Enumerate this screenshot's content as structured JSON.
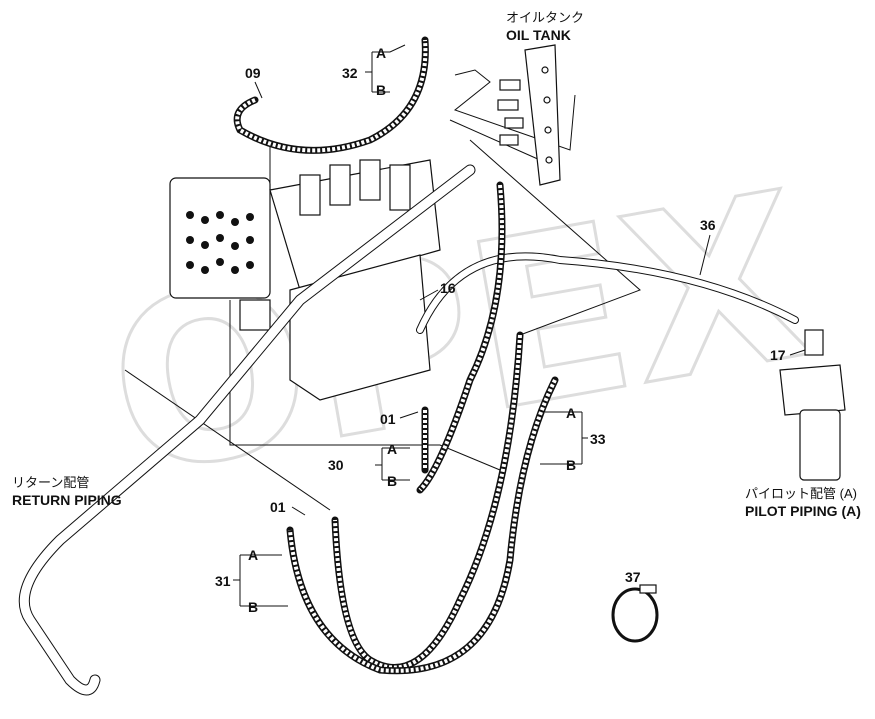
{
  "watermark": "OPEX",
  "labels": {
    "oil_tank_jp": "オイルタンク",
    "oil_tank_en": "OIL TANK",
    "return_jp": "リターン配管",
    "return_en": "RETURN PIPING",
    "pilot_jp": "パイロット配管 (A)",
    "pilot_en": "PILOT PIPING (A)"
  },
  "callouts": {
    "p32": "32",
    "p09": "09",
    "p36": "36",
    "p16": "16",
    "p17": "17",
    "p01a": "01",
    "p30": "30",
    "p33": "33",
    "p01b": "01",
    "p31": "31",
    "p37": "37",
    "a": "A",
    "b": "B"
  }
}
